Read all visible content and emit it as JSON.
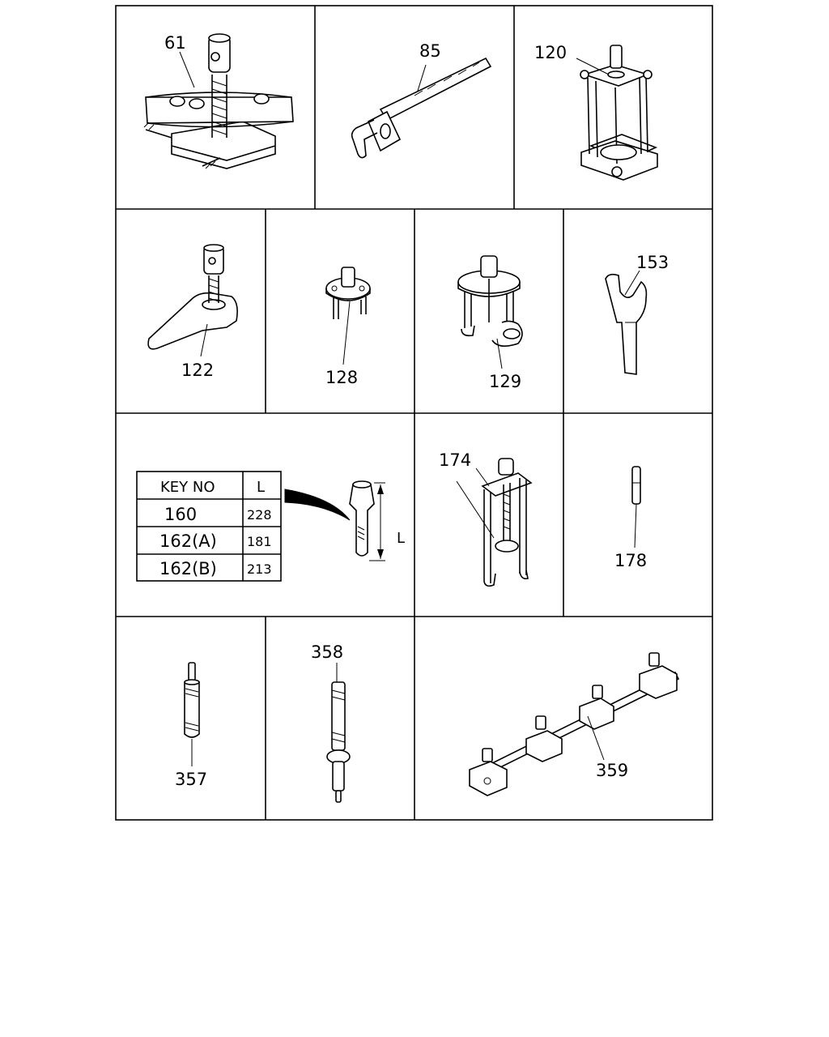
{
  "parts": [
    {
      "key": "61"
    },
    {
      "key": "85"
    },
    {
      "key": "120"
    },
    {
      "key": "122"
    },
    {
      "key": "128"
    },
    {
      "key": "129"
    },
    {
      "key": "153"
    },
    {
      "key": "174"
    },
    {
      "key": "178"
    },
    {
      "key": "357"
    },
    {
      "key": "358"
    },
    {
      "key": "359"
    }
  ],
  "length_table": {
    "header_key": "KEY NO",
    "header_len": "L",
    "dimension_label": "L",
    "rows": [
      {
        "key": "160",
        "len": "228"
      },
      {
        "key": "162(A)",
        "len": "181"
      },
      {
        "key": "162(B)",
        "len": "213"
      }
    ]
  }
}
